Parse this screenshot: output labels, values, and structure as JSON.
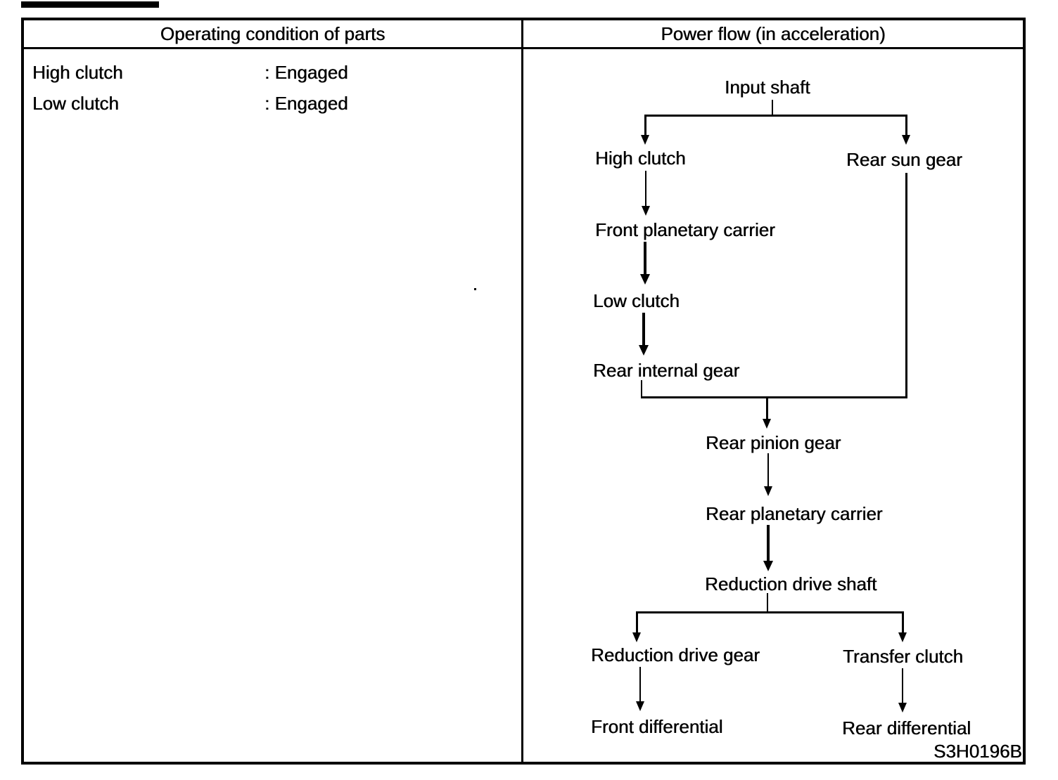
{
  "table": {
    "columns": [
      {
        "header": "Operating condition of parts"
      },
      {
        "header": "Power flow (in acceleration)"
      }
    ]
  },
  "operating_conditions": {
    "rows": [
      {
        "part": "High clutch",
        "value": ": Engaged"
      },
      {
        "part": "Low clutch",
        "value": ": Engaged"
      }
    ]
  },
  "flowchart": {
    "nodes": {
      "input_shaft": "Input shaft",
      "high_clutch": "High clutch",
      "rear_sun_gear": "Rear sun gear",
      "front_planetary_carrier": "Front planetary carrier",
      "low_clutch": "Low clutch",
      "rear_internal_gear": "Rear internal gear",
      "rear_pinion_gear": "Rear pinion gear",
      "rear_planetary_carrier": "Rear planetary carrier",
      "reduction_drive_shaft": "Reduction drive shaft",
      "reduction_drive_gear": "Reduction drive gear",
      "transfer_clutch": "Transfer clutch",
      "front_differential": "Front differential",
      "rear_differential": "Rear differential"
    },
    "edges": [
      [
        "Input shaft",
        "High clutch"
      ],
      [
        "Input shaft",
        "Rear sun gear"
      ],
      [
        "High clutch",
        "Front planetary carrier"
      ],
      [
        "Front planetary carrier",
        "Low clutch"
      ],
      [
        "Low clutch",
        "Rear internal gear"
      ],
      [
        "Rear internal gear",
        "Rear pinion gear"
      ],
      [
        "Rear sun gear",
        "Rear pinion gear"
      ],
      [
        "Rear pinion gear",
        "Rear planetary carrier"
      ],
      [
        "Rear planetary carrier",
        "Reduction drive shaft"
      ],
      [
        "Reduction drive shaft",
        "Reduction drive gear"
      ],
      [
        "Reduction drive shaft",
        "Transfer clutch"
      ],
      [
        "Reduction drive gear",
        "Front differential"
      ],
      [
        "Transfer clutch",
        "Rear differential"
      ]
    ]
  },
  "figure_code": "S3H0196B",
  "colors": {
    "ink": "#000000",
    "paper": "#ffffff"
  }
}
